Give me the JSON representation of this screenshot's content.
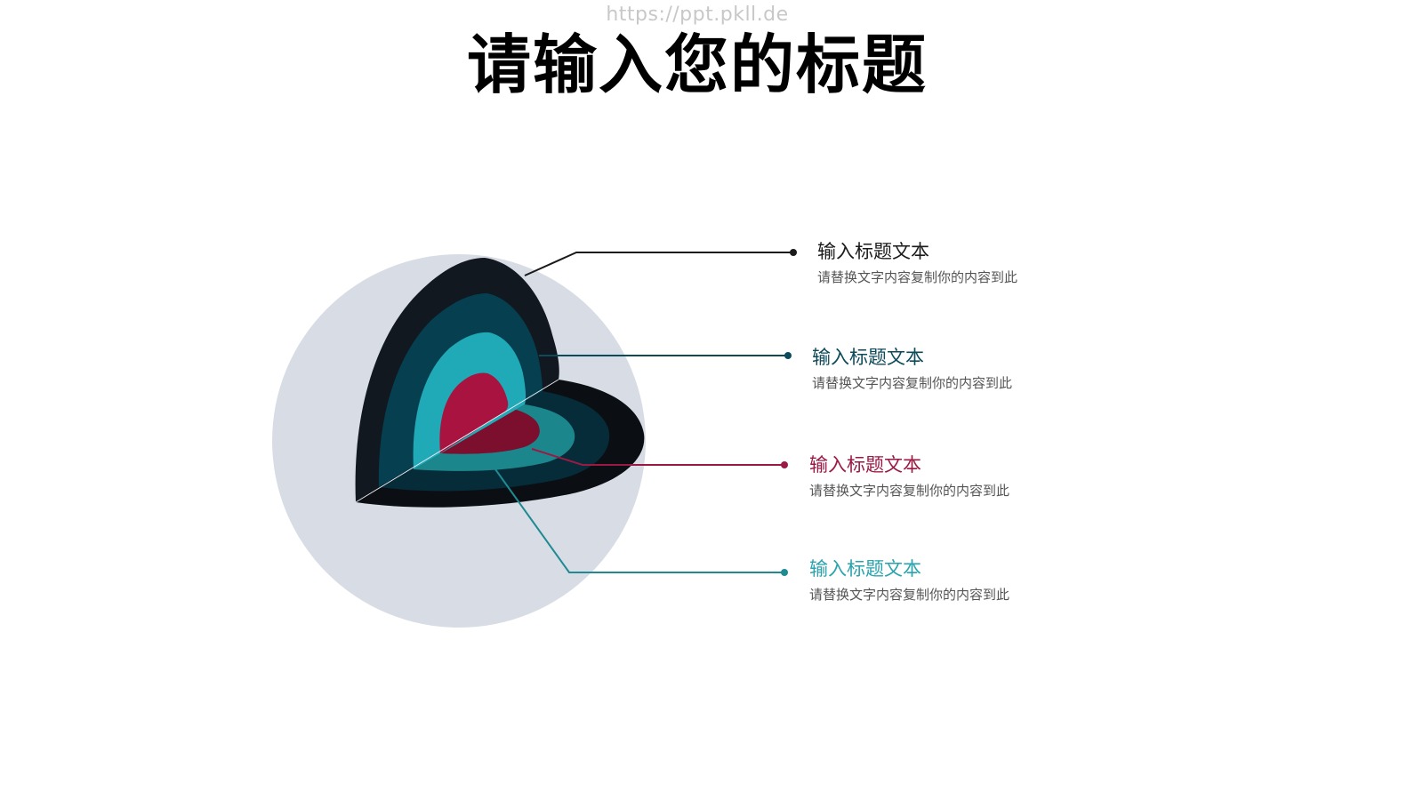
{
  "watermark": "https://ppt.pkll.de",
  "title": "请输入您的标题",
  "colors": {
    "sphere": "#d8dce5",
    "layer_outer": "#121820",
    "layer_2": "#053f50",
    "layer_3": "#20a9b6",
    "core": "#a8133f",
    "core_dark": "#7c0f2e"
  },
  "items": [
    {
      "title": "输入标题文本",
      "desc": "请替换文字内容复制你的内容到此",
      "color": "#1a1a1a"
    },
    {
      "title": "输入标题文本",
      "desc": "请替换文字内容复制你的内容到此",
      "color": "#0d4a5a"
    },
    {
      "title": "输入标题文本",
      "desc": "请替换文字内容复制你的内容到此",
      "color": "#9a1a44"
    },
    {
      "title": "输入标题文本",
      "desc": "请替换文字内容复制你的内容到此",
      "color": "#2aa3ad"
    }
  ]
}
